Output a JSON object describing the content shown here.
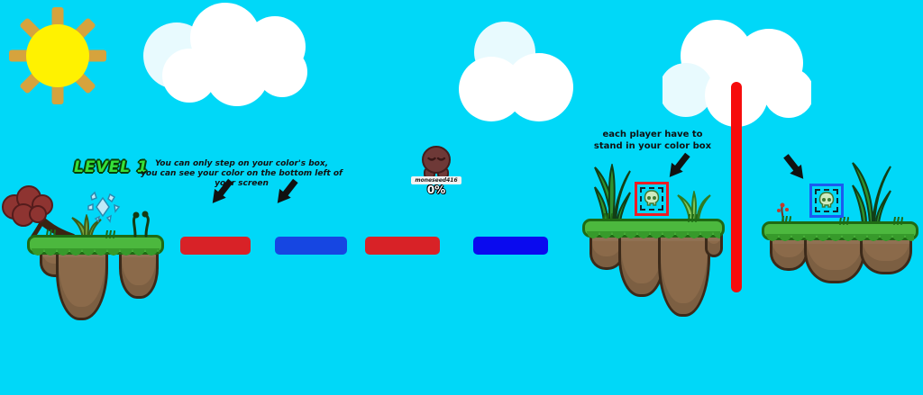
{
  "level": {
    "label": "LEVEL 1"
  },
  "instructions": {
    "line1": "You can only step on your color's box,",
    "line2": "you can see your color on the bottom left of your screen"
  },
  "tip": {
    "line1": "each player have to",
    "line2": "stand in your color box"
  },
  "player": {
    "name": "moneseed416",
    "damage_percent": "0%"
  },
  "step_boxes": [
    {
      "color": "red",
      "hex": "#d82227"
    },
    {
      "color": "blue",
      "hex": "#1646e2"
    },
    {
      "color": "red",
      "hex": "#d82227"
    },
    {
      "color": "blue",
      "hex": "#0a0aef"
    }
  ],
  "color_zones": [
    {
      "player_color": "red",
      "hex": "#ee1c24",
      "icon": "skull"
    },
    {
      "player_color": "blue",
      "hex": "#1b5af0",
      "icon": "skull"
    }
  ],
  "palette": {
    "sky": "#00d8f8",
    "sun_core": "#fff200",
    "sun_rays": "#d6a33d",
    "cloud_white": "#ffffff",
    "cloud_shade": "#e8fafe",
    "grass": "#4cb83e",
    "grass_fringe": "#379a2b",
    "grass_outline": "#1f6a14",
    "dirt": "#8b6a4a",
    "dirt_outline": "#3c2a1a",
    "barrier": "#f60c0c",
    "level_text": "#35e03a",
    "player_body": "#6e3937",
    "text": "#111111"
  }
}
